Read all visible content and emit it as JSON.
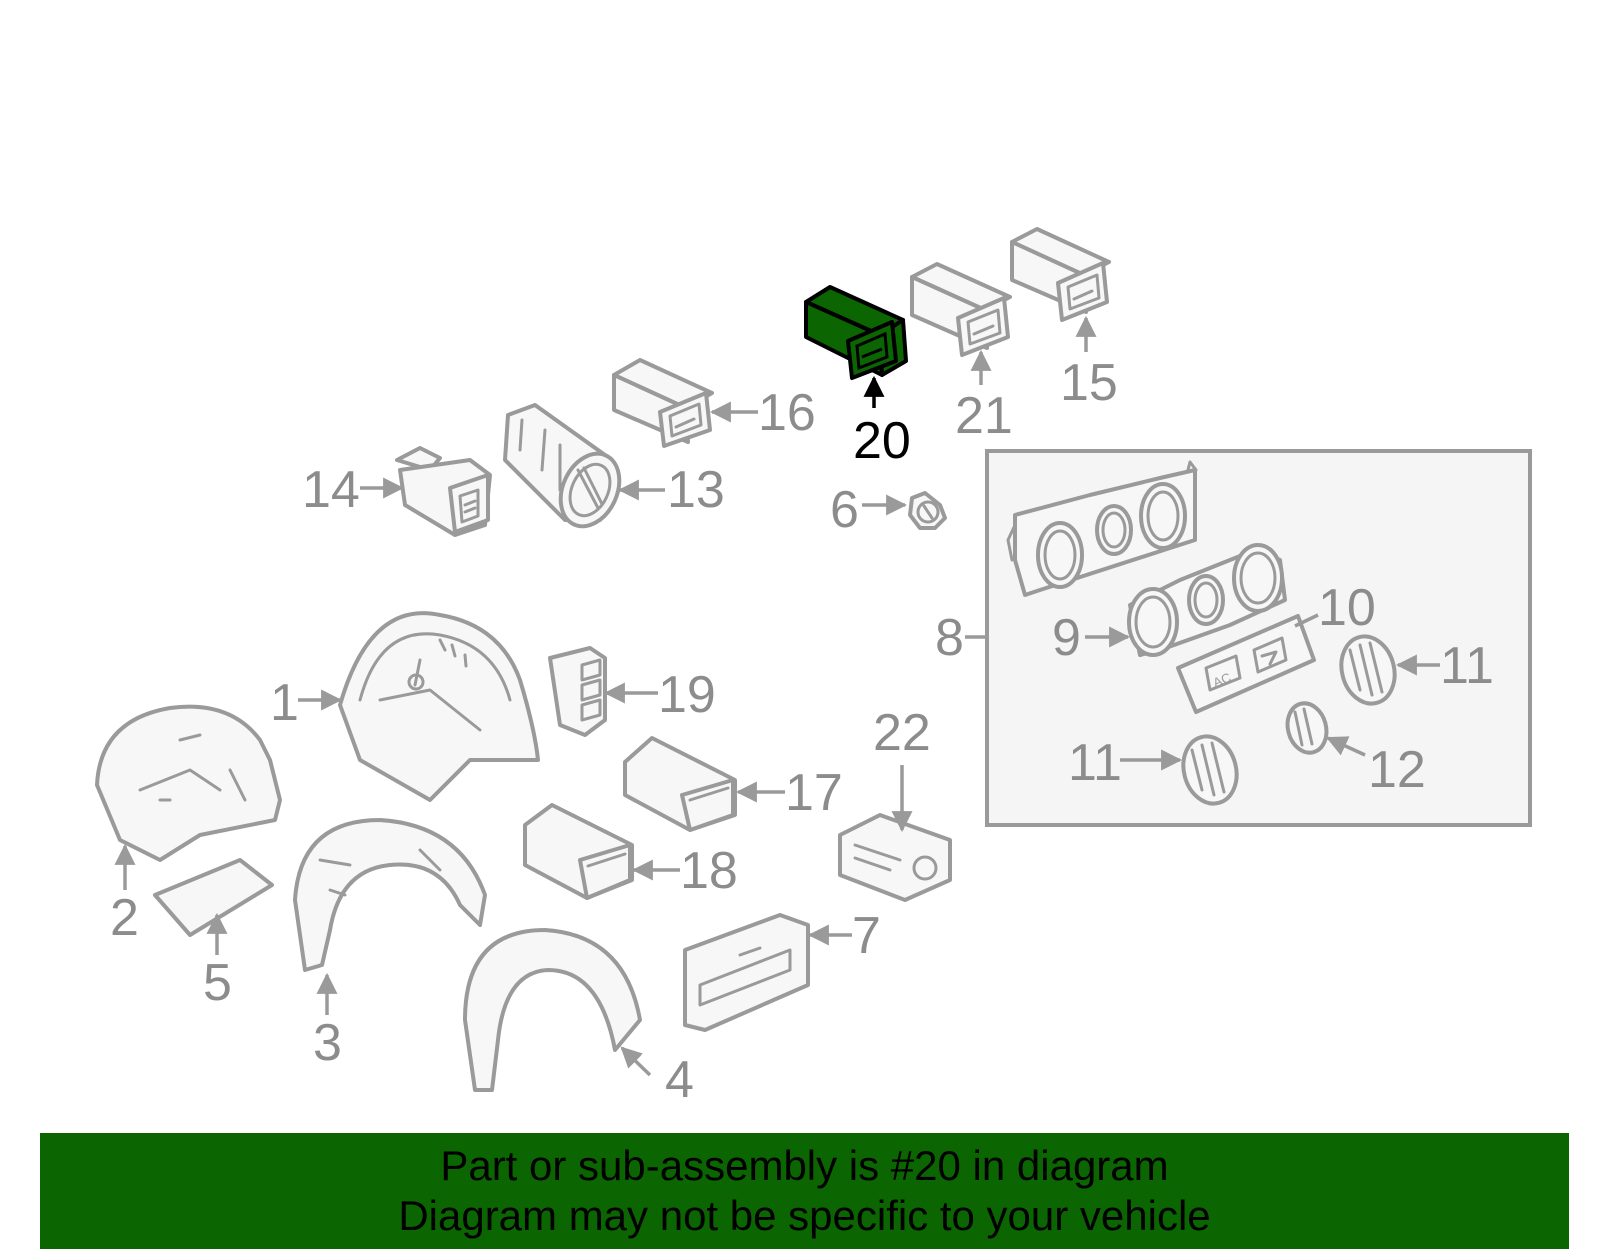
{
  "callouts": {
    "c1": "1",
    "c2": "2",
    "c3": "3",
    "c4": "4",
    "c5": "5",
    "c6": "6",
    "c7": "7",
    "c8": "8",
    "c9": "9",
    "c10": "10",
    "c11a": "11",
    "c11b": "11",
    "c12": "12",
    "c13": "13",
    "c14": "14",
    "c15": "15",
    "c16": "16",
    "c17": "17",
    "c18": "18",
    "c19": "19",
    "c20": "20",
    "c21": "21",
    "c22": "22"
  },
  "part_text": {
    "ac_button": "AC"
  },
  "highlight": {
    "part": "20",
    "fill_color": "#0b6500",
    "outline_color": "#000000"
  },
  "caption": {
    "line1": "Part or sub-assembly is #20 in diagram",
    "line2": "Diagram may not be specific to your vehicle",
    "background": "#0b6500"
  }
}
